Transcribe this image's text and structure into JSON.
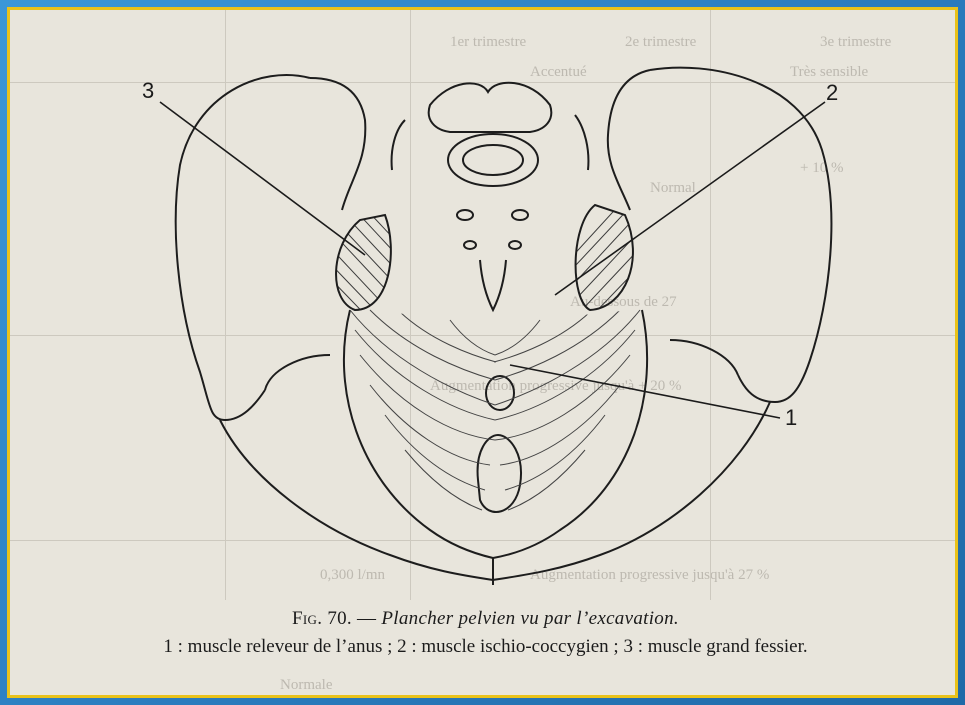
{
  "figure": {
    "labels": [
      "1",
      "2",
      "3"
    ],
    "caption_prefix": "Fig. 70.",
    "caption_dash": " — ",
    "caption_title": "Plancher pelvien vu par l’excavation.",
    "legend": "1 : muscle releveur de l’anus ; 2 : muscle ischio-coccygien ; 3 : muscle grand fessier."
  },
  "bleed_through": [
    "1er trimestre",
    "2e trimestre",
    "3e trimestre",
    "Accentué",
    "Très sensible",
    "+ 10 %",
    "Normal",
    "Au-dessous de 27",
    "Augmentation progressive jusqu'à + 20 %",
    "0,300 l/mn",
    "Augmentation progressive jusqu'à 27 %",
    "Normale"
  ]
}
